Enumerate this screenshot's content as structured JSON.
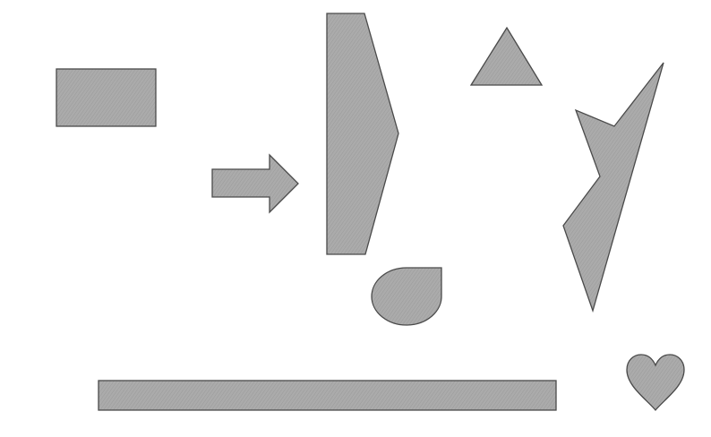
{
  "background": "#ffffff",
  "shape_fill": "#a9a9a9",
  "shape_stroke": "#4a4a4a",
  "shapes": [
    {
      "kind": "rectangle"
    },
    {
      "kind": "arrow",
      "direction": "right"
    },
    {
      "kind": "pentagon",
      "direction": "right"
    },
    {
      "kind": "triangle"
    },
    {
      "kind": "irregular-polygon"
    },
    {
      "kind": "teardrop"
    },
    {
      "kind": "bar"
    },
    {
      "kind": "heart"
    }
  ]
}
